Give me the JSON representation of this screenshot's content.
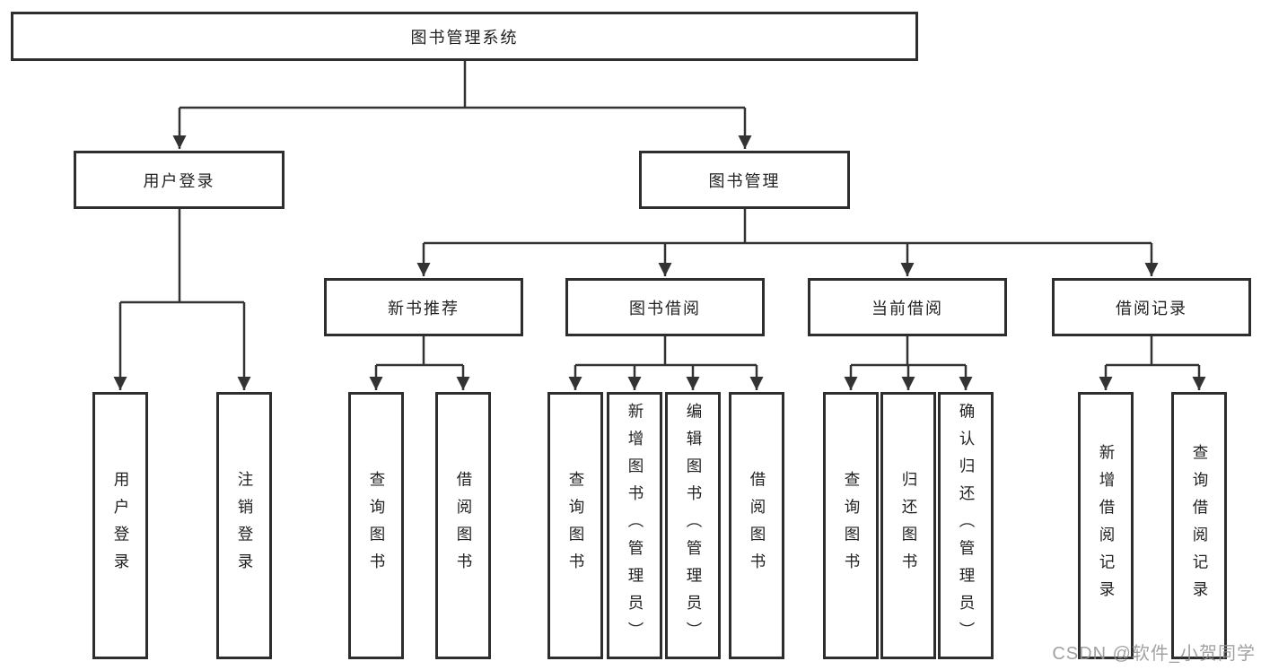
{
  "diagram": {
    "title": "图书管理系统",
    "watermark": "CSDN @软件_小贺同学",
    "colors": {
      "line": "#333333",
      "border": "#2e2e2e",
      "text": "#222222",
      "background": "#ffffff",
      "watermark": "#949494"
    },
    "root": {
      "label": "图书管理系统"
    },
    "level2": [
      {
        "label": "用户登录"
      },
      {
        "label": "图书管理"
      }
    ],
    "level3": [
      {
        "label": "新书推荐",
        "parent": "图书管理"
      },
      {
        "label": "图书借阅",
        "parent": "图书管理"
      },
      {
        "label": "当前借阅",
        "parent": "图书管理"
      },
      {
        "label": "借阅记录",
        "parent": "图书管理"
      }
    ],
    "leaves": [
      {
        "label": "用户登录",
        "parent": "用户登录"
      },
      {
        "label": "注销登录",
        "parent": "用户登录"
      },
      {
        "label": "查询图书",
        "parent": "新书推荐"
      },
      {
        "label": "借阅图书",
        "parent": "新书推荐"
      },
      {
        "label": "查询图书",
        "parent": "图书借阅"
      },
      {
        "label": "新增图书（管理员）",
        "parent": "图书借阅"
      },
      {
        "label": "编辑图书（管理员）",
        "parent": "图书借阅"
      },
      {
        "label": "借阅图书",
        "parent": "图书借阅"
      },
      {
        "label": "查询图书",
        "parent": "当前借阅"
      },
      {
        "label": "归还图书",
        "parent": "当前借阅"
      },
      {
        "label": "确认归还（管理员）",
        "parent": "当前借阅"
      },
      {
        "label": "新增借阅记录",
        "parent": "借阅记录"
      },
      {
        "label": "查询借阅记录",
        "parent": "借阅记录"
      }
    ]
  }
}
